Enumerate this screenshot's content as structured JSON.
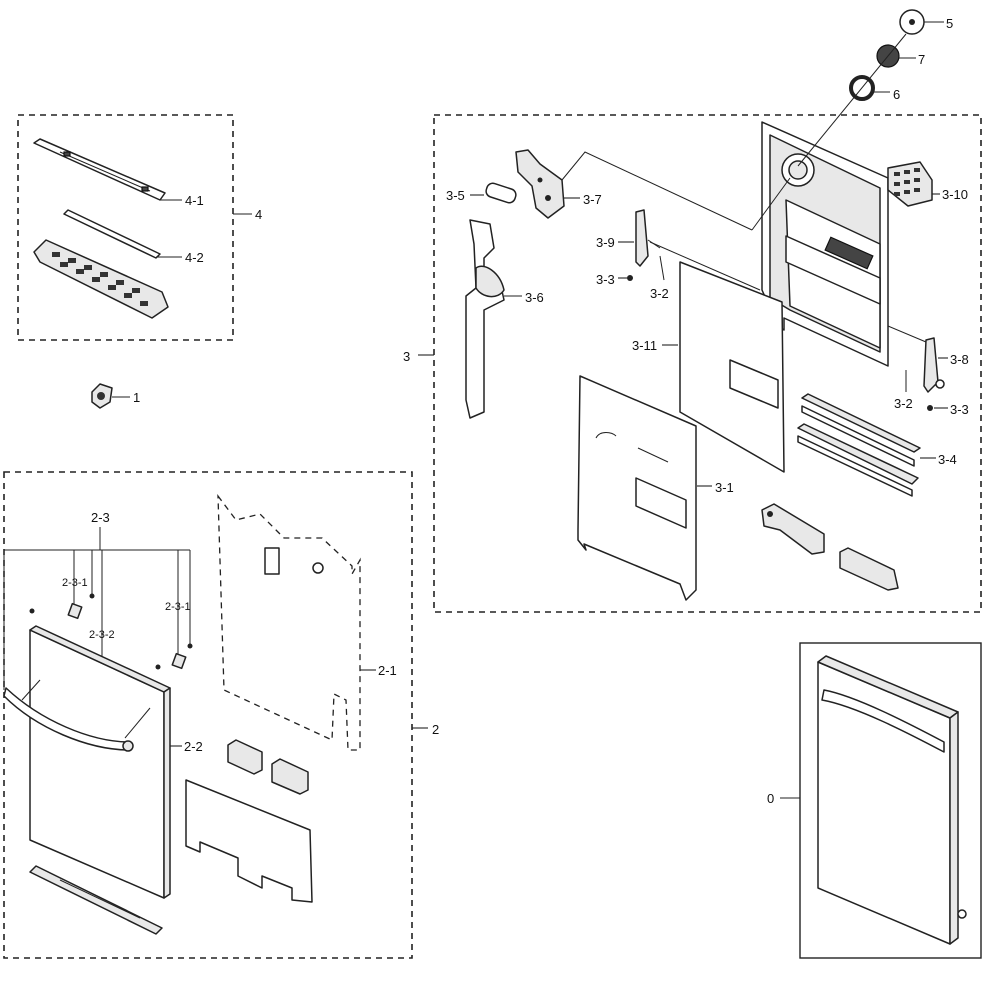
{
  "callouts": {
    "c0": "0",
    "c1": "1",
    "c2": "2",
    "c2_1": "2-1",
    "c2_2": "2-2",
    "c2_3": "2-3",
    "c2_3_1a": "2-3-1",
    "c2_3_1b": "2-3-1",
    "c2_3_2": "2-3-2",
    "c3": "3",
    "c3_1": "3-1",
    "c3_2a": "3-2",
    "c3_2b": "3-2",
    "c3_3a": "3-3",
    "c3_3b": "3-3",
    "c3_4": "3-4",
    "c3_5": "3-5",
    "c3_6": "3-6",
    "c3_7": "3-7",
    "c3_8": "3-8",
    "c3_9": "3-9",
    "c3_10": "3-10",
    "c3_11": "3-11",
    "c4": "4",
    "c4_1": "4-1",
    "c4_2": "4-2",
    "c5": "5",
    "c6": "6",
    "c7": "7"
  }
}
